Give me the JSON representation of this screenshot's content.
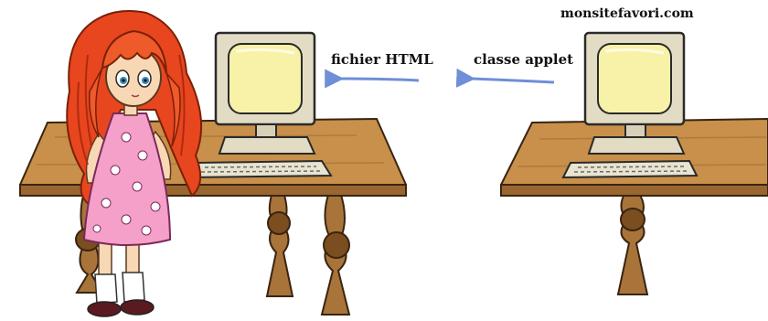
{
  "labels": {
    "server_domain": "monsitefavori.com",
    "html_file": "fichier HTML",
    "applet_class": "classe applet"
  },
  "colors": {
    "table_wood": "#c8904a",
    "table_dark": "#8a5a24",
    "monitor_body": "#e2dcc4",
    "screen": "#f7f2a8",
    "arrow": "#6f8fd6",
    "hair": "#ee5a2a",
    "dress": "#f4a0c8"
  },
  "icons": {
    "girl": "girl-figure-icon",
    "computer": "computer-icon",
    "arrow": "arrow-left-icon"
  }
}
